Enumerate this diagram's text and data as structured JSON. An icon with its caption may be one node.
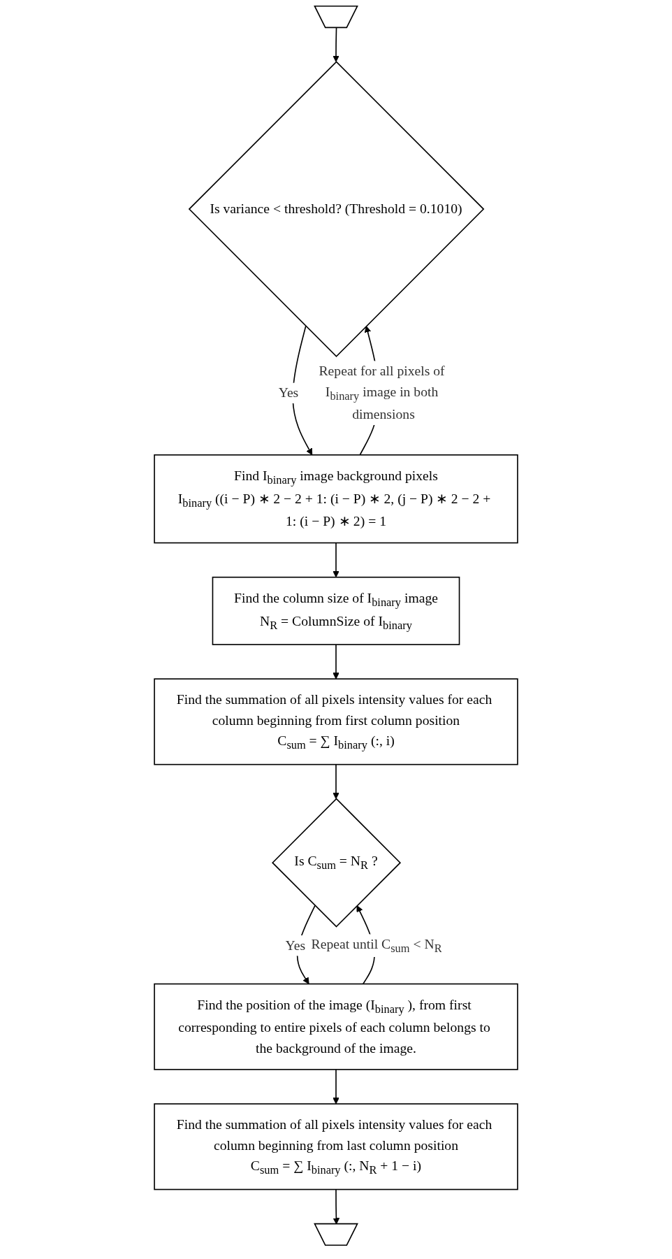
{
  "diagram": {
    "nodes": [
      {
        "text": [],
        "shape": "pentagon"
      },
      {
        "text": [
          "Is variance < threshold? (Threshold = 0.1010)"
        ]
      },
      {
        "text": [
          "Find I$_{binary}$ image background pixels",
          "I$_{binary}$ ((i − P) ∗ 2 − 2 + 1: (i − P) ∗ 2, (j − P) ∗ 2 − 2 + 1: (i − P) ∗ 2) = 1"
        ]
      },
      {
        "text": [
          "Find the column size of I$_{binary}$ image",
          "N$_{R}$ = ColumnSize of I$_{binary}$"
        ]
      },
      {
        "text": [
          "Find the summation of all pixels intensity values for each column beginning from first column position",
          "C$_{sum}$ = ∑ I$_{binary}$ (:, i)"
        ]
      },
      {
        "text": [
          "Is C$_{sum}$ = N$_{R}$ ?"
        ]
      },
      {
        "text": [
          "Find the position of the image (I$_{binary}$ ), from first corresponding to entire pixels of each column belongs to the background of the image."
        ]
      },
      {
        "text": [
          "Find the summation of all pixels intensity values for each column beginning from last column position",
          "C$_{sum}$ = ∑ I$_{binary}$ (:, N$_{R}$ + 1 − i)"
        ]
      },
      {
        "text": [],
        "shape": "pentagon"
      }
    ],
    "edges": [
      {
        "from": 0,
        "to": 1,
        "arrow": "to"
      },
      {
        "from": 1,
        "to": 2,
        "arrow": "to",
        "label": "Yes"
      },
      {
        "from": 2,
        "to": 1,
        "arrow": "to",
        "label": "Repeat for all pixels of I$_{binary}$ image in both dimensions"
      },
      {
        "from": 2,
        "to": 3,
        "arrow": "to"
      },
      {
        "from": 3,
        "to": 4,
        "arrow": "to"
      },
      {
        "from": 4,
        "to": 5,
        "arrow": "to"
      },
      {
        "from": 5,
        "to": 6,
        "arrow": "to",
        "label": "Yes"
      },
      {
        "from": 6,
        "to": 5,
        "arrow": "to",
        "label": "Repeat until C$_{sum}$ < N$_{R}$"
      },
      {
        "from": 6,
        "to": 7,
        "arrow": "to"
      },
      {
        "from": 7,
        "to": 8,
        "arrow": "to"
      }
    ]
  }
}
